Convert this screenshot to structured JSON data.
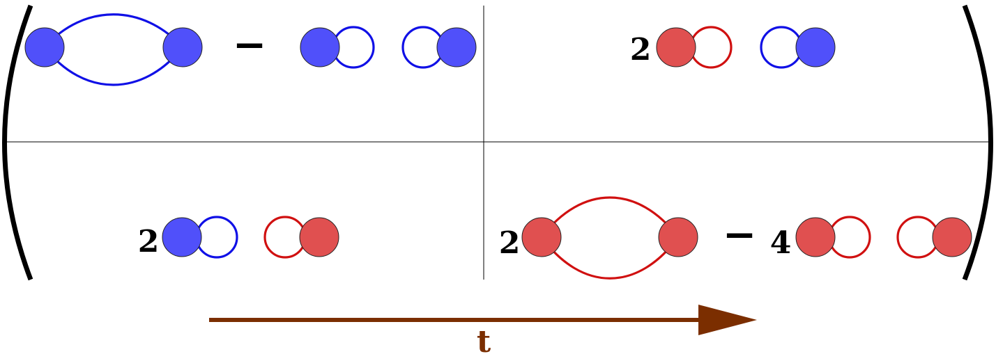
{
  "colors": {
    "blue_fill": "#5050FA",
    "blue_line": "#1010E6",
    "red_fill": "#E05050",
    "red_line": "#D01010",
    "arrow": "#7B2E00",
    "text": "#000000"
  },
  "matrix": {
    "top_left": {
      "minus_sign": "−"
    },
    "top_right": {
      "coefficient": "2"
    },
    "bottom_left": {
      "coefficient": "2"
    },
    "bottom_right": {
      "coefficient": "2",
      "minus_sign": "−",
      "second_coefficient": "4"
    }
  },
  "time_arrow": {
    "label": "t"
  }
}
